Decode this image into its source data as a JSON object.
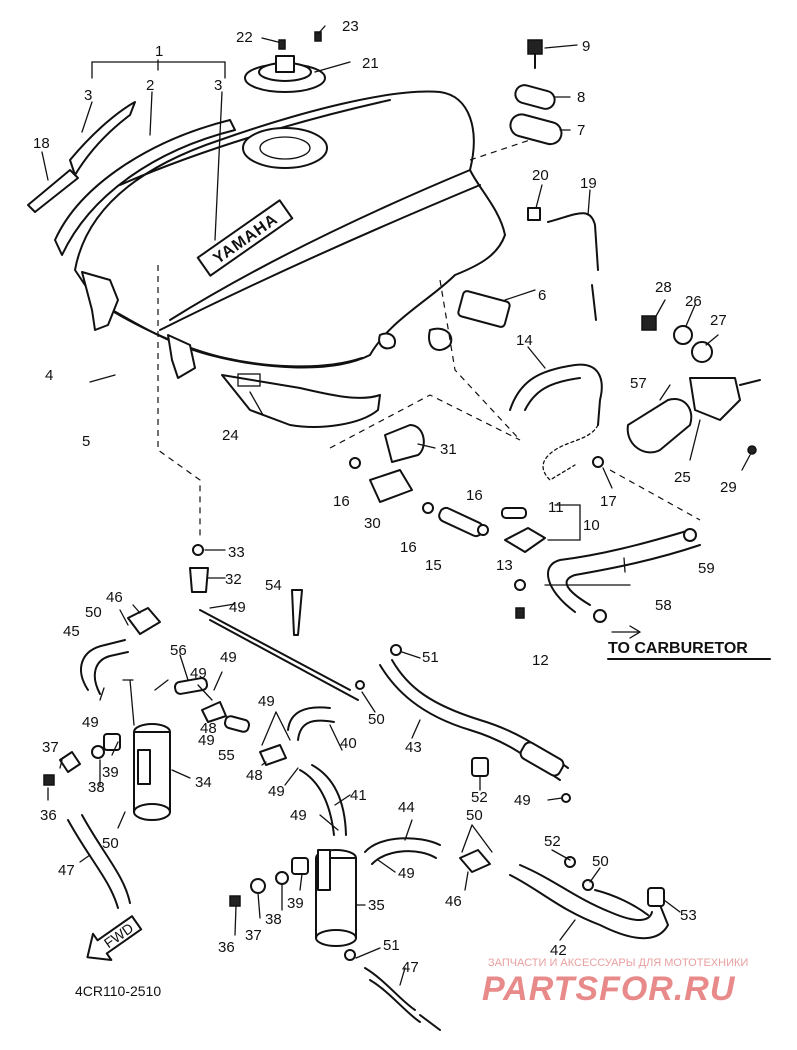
{
  "diagram": {
    "part_labels": [
      "1",
      "2",
      "3",
      "3",
      "4",
      "5",
      "6",
      "7",
      "8",
      "9",
      "10",
      "11",
      "12",
      "13",
      "14",
      "15",
      "16",
      "16",
      "16",
      "17",
      "18",
      "19",
      "20",
      "21",
      "22",
      "23",
      "24",
      "25",
      "26",
      "27",
      "28",
      "29",
      "30",
      "31",
      "32",
      "33",
      "34",
      "35",
      "36",
      "36",
      "37",
      "37",
      "38",
      "38",
      "39",
      "39",
      "40",
      "41",
      "42",
      "43",
      "44",
      "45",
      "46",
      "46",
      "47",
      "47",
      "48",
      "48",
      "49",
      "49",
      "49",
      "49",
      "49",
      "49",
      "49",
      "49",
      "49",
      "49",
      "50",
      "50",
      "50",
      "50",
      "50",
      "51",
      "51",
      "52",
      "52",
      "53",
      "54",
      "55",
      "56",
      "57",
      "58",
      "59"
    ],
    "destination_note": "TO CARBURETOR",
    "tank_emblem": "YAMAHA",
    "fwd_arrow": "FWD",
    "drawing_code": "4CR110-2510"
  },
  "watermark": {
    "tagline": "ЗАПЧАСТИ И АКСЕССУАРЫ ДЛЯ МОТОТЕХНИКИ",
    "site": "PARTSFOR.RU"
  },
  "colors": {
    "line": "#111111",
    "background": "#ffffff",
    "watermark": "#e88a8a"
  }
}
